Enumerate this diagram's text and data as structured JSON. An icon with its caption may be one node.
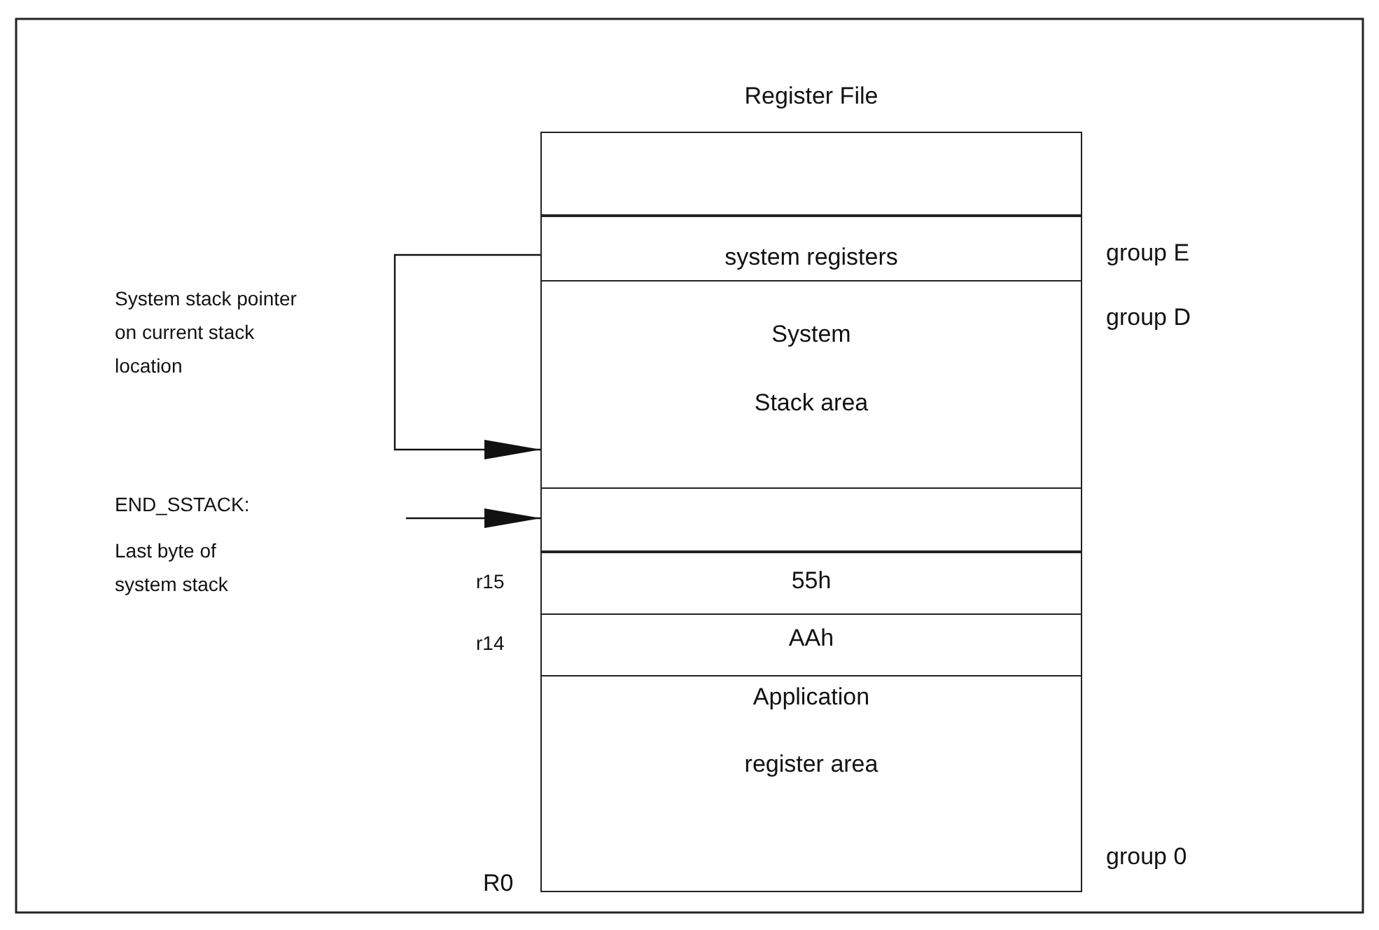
{
  "diagram": {
    "nodes": [
      {
        "text": [
          "Register File"
        ]
      },
      {
        "text": [],
        "shape": "box",
        "in": 0
      },
      {
        "text": [
          "system registers"
        ],
        "in": 0
      },
      {
        "text": [
          "System",
          "Stack area"
        ],
        "in": 0
      },
      {
        "text": [],
        "shape": "box",
        "in": 0
      },
      {
        "text": [
          "55h"
        ],
        "in": 0
      },
      {
        "text": [
          "AAh"
        ],
        "in": 0
      },
      {
        "text": [
          "Application",
          "register area"
        ],
        "in": 0
      }
    ],
    "edges": [
      {
        "from": 2,
        "to": 3,
        "arrow": "to"
      },
      {
        "from": null,
        "to": 4,
        "arrow": "to"
      }
    ],
    "labels": [
      "group E",
      "System stack pointer on current stack location",
      "group D",
      "END_SSTACK:",
      "Last byte of system stack",
      "r15",
      "r14",
      "R0",
      "group 0"
    ]
  }
}
